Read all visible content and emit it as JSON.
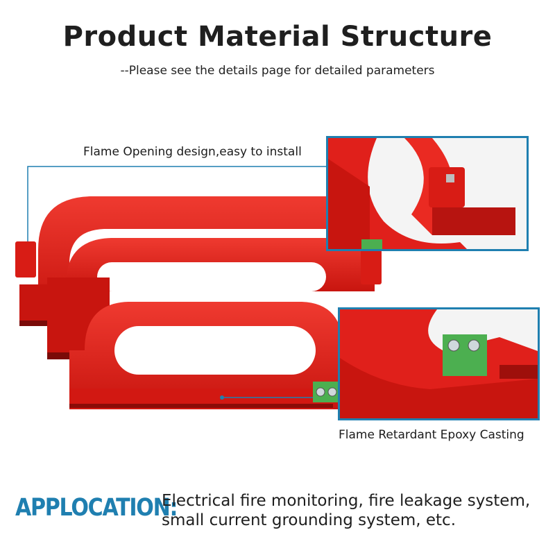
{
  "header": {
    "title": "Product Material Structure",
    "subtitle": "--Please see the details page for detailed parameters"
  },
  "callouts": {
    "top": "Flame Opening design,easy to install",
    "bottom": "Flame Retardant Epoxy Casting"
  },
  "application": {
    "label": "APPLOCATION:",
    "line1": "Electrical fire monitoring, fire leakage system,",
    "line2": "small current grounding system, etc."
  },
  "colors": {
    "accent": "#1f7fb0",
    "product_red": "#e0201b",
    "terminal_green": "#4caf50"
  }
}
